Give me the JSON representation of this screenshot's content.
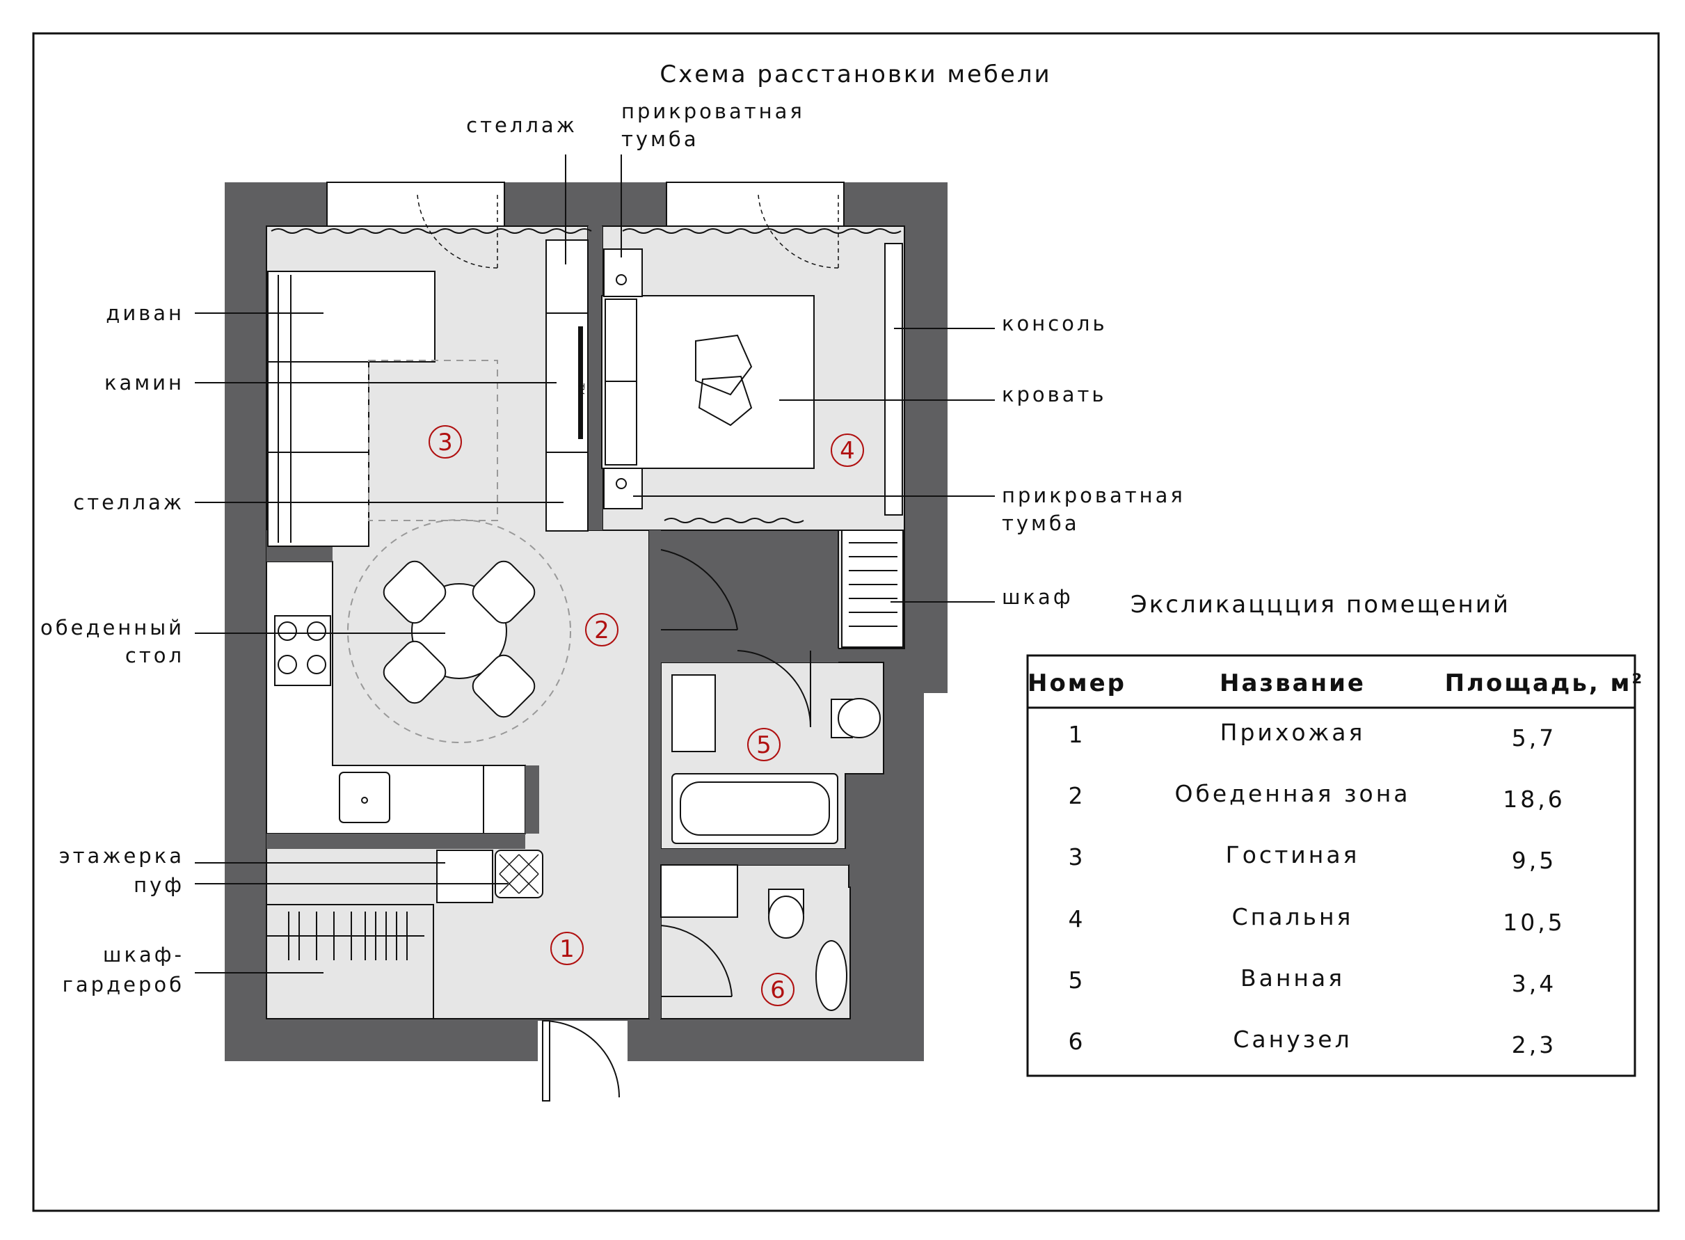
{
  "title": "Схема расстановки мебели",
  "callouts": {
    "stellazh_top": "стеллаж",
    "tumba_top_1": "прикроватная",
    "tumba_top_2": "тумба",
    "divan": "диван",
    "kamin": "камин",
    "stellazh_left": "стеллаж",
    "stol_1": "обеденный",
    "stol_2": "стол",
    "etazherka": "этажерка",
    "puf": "пуф",
    "shkaf_g_1": "шкаф-",
    "shkaf_g_2": "гардероб",
    "konsol": "консоль",
    "krovat": "кровать",
    "tumba_right_1": "прикроватная",
    "tumba_right_2": "тумба",
    "shkaf": "шкаф"
  },
  "room_markers": [
    "1",
    "2",
    "3",
    "4",
    "5",
    "6"
  ],
  "tv_label": "TV",
  "explication": {
    "title": "Эксликаццция помещений",
    "headers": {
      "number": "Номер",
      "name": "Название",
      "area": "Площадь, м²"
    },
    "rows": [
      {
        "number": "1",
        "name": "Прихожая",
        "area": "5,7"
      },
      {
        "number": "2",
        "name": "Обеденная зона",
        "area": "18,6"
      },
      {
        "number": "3",
        "name": "Гостиная",
        "area": "9,5"
      },
      {
        "number": "4",
        "name": "Спальня",
        "area": "10,5"
      },
      {
        "number": "5",
        "name": "Ванная",
        "area": "3,4"
      },
      {
        "number": "6",
        "name": "Санузел",
        "area": "2,3"
      }
    ]
  },
  "colors": {
    "wall": "#5f5f61",
    "floor": "#e6e6e6",
    "marker": "#b01010",
    "line": "#111111"
  }
}
